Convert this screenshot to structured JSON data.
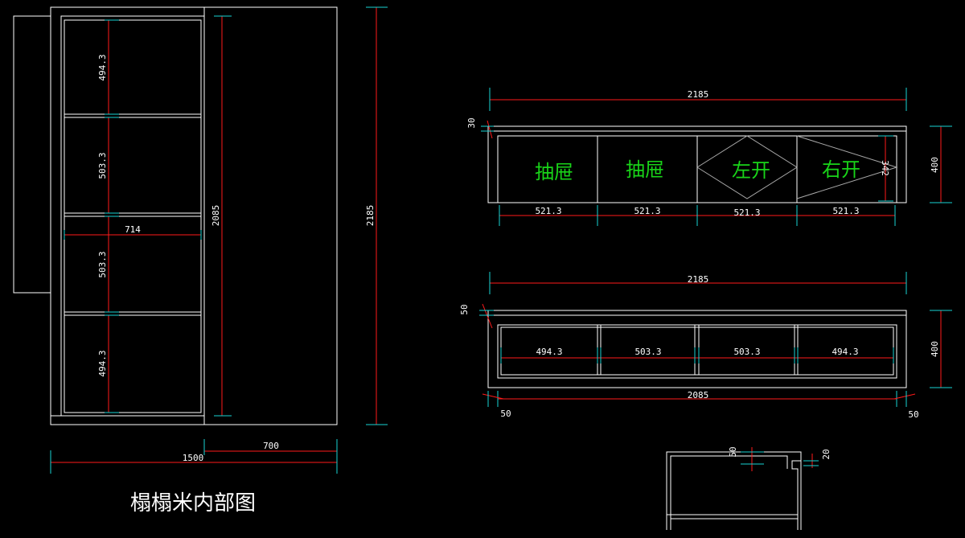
{
  "drawing": {
    "title": "榻榻米内部图",
    "colors": {
      "background": "#000000",
      "outline": "#ffffff",
      "dimension_line": "#ff1a1a",
      "extension_line": "#19d3d3",
      "label_text": "#19d419"
    }
  },
  "elevation": {
    "shelf_heights": [
      "494.3",
      "503.3",
      "503.3",
      "494.3"
    ],
    "inner_width": "714",
    "inner_height": "2085",
    "total_height": "2185",
    "right_width": "700",
    "total_width": "1500"
  },
  "top_cabinet": {
    "total_length": "2185",
    "top_thickness": "30",
    "height": "400",
    "inner_height": "342",
    "section_widths": [
      "521.3",
      "521.3",
      "521.3",
      "521.3"
    ],
    "section_labels": [
      "抽屉",
      "抽屉",
      "左开",
      "右开"
    ]
  },
  "bottom_cabinet": {
    "total_length": "2185",
    "top_thickness": "50",
    "height": "400",
    "section_widths": [
      "494.3",
      "503.3",
      "503.3",
      "494.3"
    ],
    "inner_length": "2085",
    "left_offset": "50",
    "right_offset": "50"
  },
  "section_detail": {
    "dim_a": "50",
    "dim_b": "20"
  }
}
